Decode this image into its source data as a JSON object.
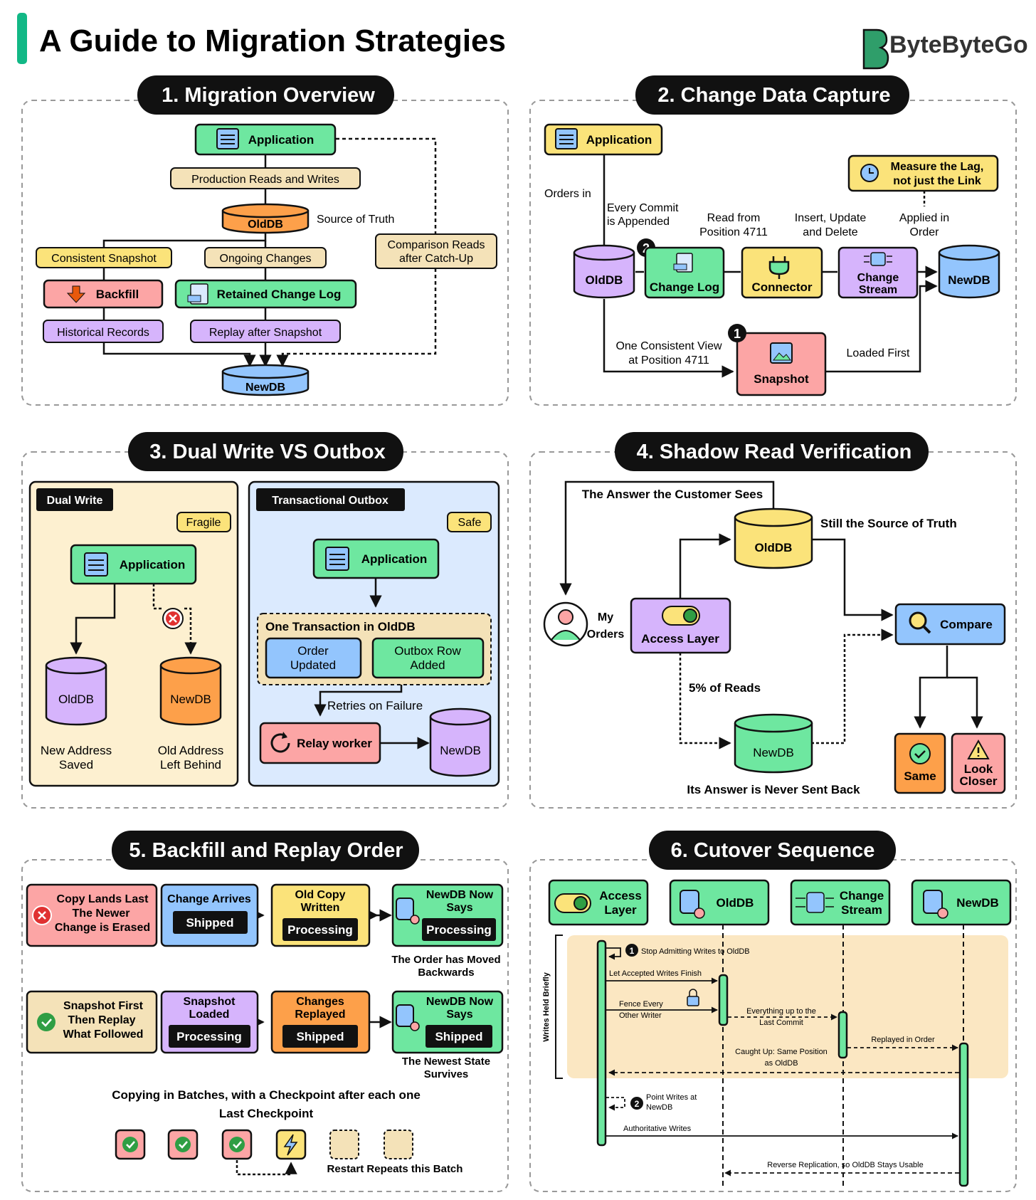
{
  "title": "A Guide to Migration Strategies",
  "brand": "ByteByteGo",
  "colors": {
    "green": "#6ee7a0",
    "yellow": "#fbe37a",
    "orange": "#fda04a",
    "red": "#fca5a5",
    "purple": "#d6b4fc",
    "blue": "#93c5fd",
    "tan": "#f4e2b8",
    "cream": "#fdf0d0",
    "panelBlue": "#dbeafe"
  },
  "s1": {
    "title": "1.  Migration Overview",
    "app": "Application",
    "prw": "Production Reads and Writes",
    "olddb": "OldDB",
    "sot": "Source of Truth",
    "snap": "Consistent Snapshot",
    "ongoing": "Ongoing Changes",
    "cmp1": "Comparison Reads",
    "cmp2": "after Catch-Up",
    "backfill": "Backfill",
    "log": "Retained Change Log",
    "hist": "Historical Records",
    "replay": "Replay after Snapshot",
    "newdb": "NewDB"
  },
  "s2": {
    "title": "2.  Change Data Capture",
    "app": "Application",
    "measure1": "Measure the Lag,",
    "measure2": "not just the Link",
    "orders": "Orders in",
    "commit1": "Every Commit",
    "commit2": "is Appended",
    "read1": "Read from",
    "read2": "Position 4711",
    "ins1": "Insert, Update",
    "ins2": "and Delete",
    "applied1": "Applied in",
    "applied2": "Order",
    "olddb": "OldDB",
    "changelog": "Change Log",
    "connector": "Connector",
    "stream1": "Change",
    "stream2": "Stream",
    "newdb": "NewDB",
    "view1": "One Consistent View",
    "view2": "at Position 4711",
    "snapshot": "Snapshot",
    "loaded": "Loaded First",
    "badge1": "1",
    "badge2": "2"
  },
  "s3": {
    "title": "3.  Dual Write VS Outbox",
    "dw": "Dual Write",
    "fragile": "Fragile",
    "app": "Application",
    "olddb": "OldDB",
    "newdb": "NewDB",
    "nas1": "New Address",
    "nas2": "Saved",
    "oal1": "Old Address",
    "oal2": "Left Behind",
    "to": "Transactional Outbox",
    "safe": "Safe",
    "app2": "Application",
    "txn": "One Transaction in OldDB",
    "ou1": "Order",
    "ou2": "Updated",
    "or1": "Outbox Row",
    "or2": "Added",
    "retries": "Retries on Failure",
    "relay": "Relay worker",
    "newdb2": "NewDB"
  },
  "s4": {
    "title": "4.  Shadow Read Verification",
    "answer": "The Answer the Customer Sees",
    "olddb": "OldDB",
    "still": "Still the Source of Truth",
    "my": "My",
    "orders": "Orders",
    "access": "Access Layer",
    "compare": "Compare",
    "pct": "5% of Reads",
    "newdb": "NewDB",
    "never": "Its Answer is Never Sent Back",
    "same": "Same",
    "look1": "Look",
    "look2": "Closer"
  },
  "s5": {
    "title": "5.  Backfill and Replay Order",
    "r1c1": [
      "Copy Lands Last",
      "The Newer",
      "Change is Erased"
    ],
    "r1c2": "Change Arrives",
    "r1c2b": "Shipped",
    "r1c3": [
      "Old Copy",
      "Written"
    ],
    "r1c3b": "Processing",
    "r1c4": [
      "NewDB Now",
      "Says"
    ],
    "r1c4b": "Processing",
    "r1cap": [
      "The Order has Moved",
      "Backwards"
    ],
    "r2c1": [
      "Snapshot First",
      "Then Replay",
      "What Followed"
    ],
    "r2c2": [
      "Snapshot",
      "Loaded"
    ],
    "r2c2b": "Processing",
    "r2c3": [
      "Changes",
      "Replayed"
    ],
    "r2c3b": "Shipped",
    "r2c4": [
      "NewDB Now",
      "Says"
    ],
    "r2c4b": "Shipped",
    "r2cap": [
      "The Newest State",
      "Survives"
    ],
    "batches": "Copying in Batches, with a Checkpoint after each one",
    "lastcp": "Last Checkpoint",
    "restart": "Restart Repeats this Batch"
  },
  "s6": {
    "title": "6.  Cutover Sequence",
    "access1": "Access",
    "access2": "Layer",
    "olddb": "OldDB",
    "cs1": "Change",
    "cs2": "Stream",
    "newdb": "NewDB",
    "held": "Writes Held Briefly",
    "m1": "Stop Admitting Writes to OldDB",
    "m2": "Let Accepted Writes Finish",
    "m3a": "Fence Every",
    "m3b": "Other Writer",
    "m4a": "Everything up to the",
    "m4b": "Last Commit",
    "m5": "Replayed in Order",
    "m6a": "Caught Up: Same Position",
    "m6b": "as OldDB",
    "m7a": "Point Writes at",
    "m7b": "NewDB",
    "m8": "Authoritative Writes",
    "m9": "Reverse Replication, so OldDB Stays Usable",
    "n1": "1",
    "n2": "2"
  }
}
